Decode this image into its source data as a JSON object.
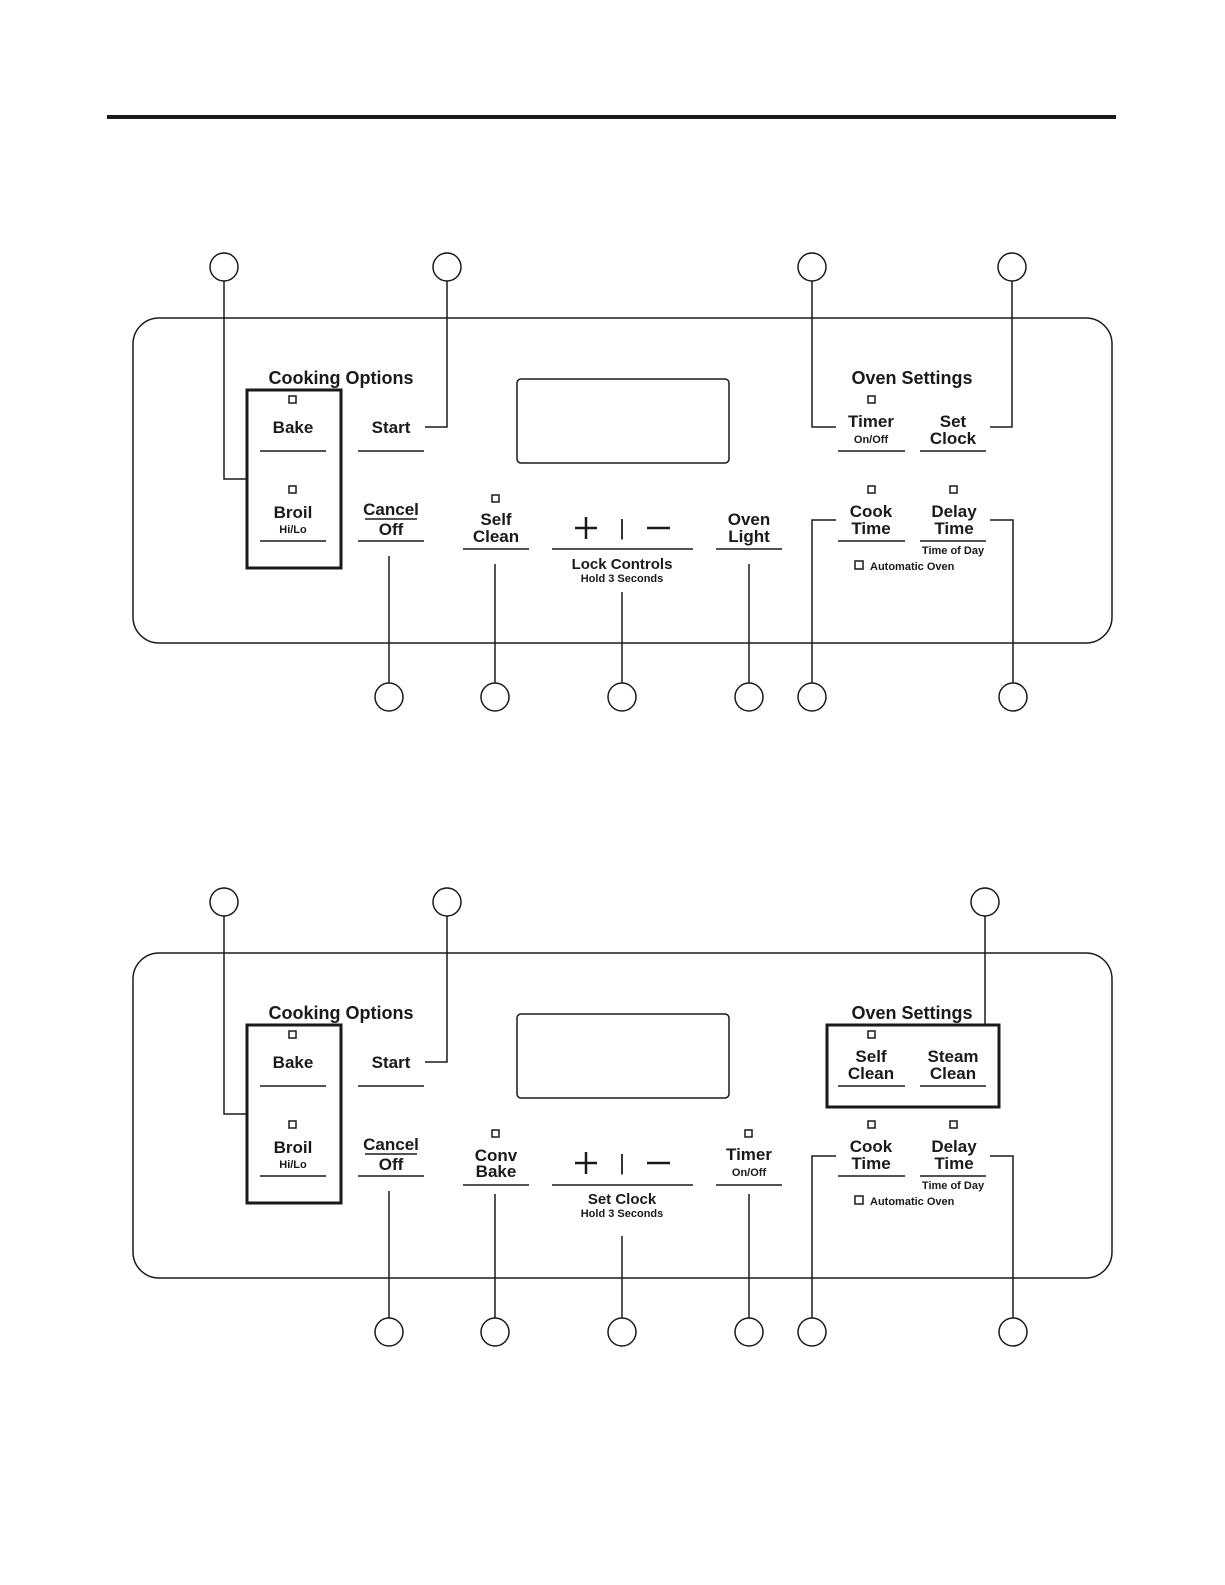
{
  "colors": {
    "ink": "#1a1a1a",
    "background": "#ffffff"
  },
  "panel1": {
    "section_cooking": "Cooking Options",
    "section_oven": "Oven Settings",
    "bake": "Bake",
    "broil": "Broil",
    "broil_sub": "Hi/Lo",
    "start": "Start",
    "cancel": "Cancel",
    "off": "Off",
    "self": "Self",
    "clean": "Clean",
    "plus_minus_sep": "|",
    "lock_controls": "Lock Controls",
    "hold": "Hold 3 Seconds",
    "oven": "Oven",
    "light": "Light",
    "timer": "Timer",
    "timer_sub": "On/Off",
    "set": "Set",
    "clock": "Clock",
    "cook": "Cook",
    "time": "Time",
    "delay": "Delay",
    "delay_time": "Time",
    "time_of_day": "Time of Day",
    "automatic_oven": "Automatic Oven"
  },
  "panel2": {
    "section_cooking": "Cooking Options",
    "section_oven": "Oven Settings",
    "bake": "Bake",
    "broil": "Broil",
    "broil_sub": "Hi/Lo",
    "start": "Start",
    "cancel": "Cancel",
    "off": "Off",
    "conv": "Conv",
    "conv_bake": "Bake",
    "plus_minus_sep": "|",
    "set_clock": "Set Clock",
    "hold": "Hold 3 Seconds",
    "timer": "Timer",
    "timer_sub": "On/Off",
    "self": "Self",
    "self_clean": "Clean",
    "steam": "Steam",
    "steam_clean": "Clean",
    "cook": "Cook",
    "time": "Time",
    "delay": "Delay",
    "delay_time": "Time",
    "time_of_day": "Time of Day",
    "automatic_oven": "Automatic Oven"
  }
}
